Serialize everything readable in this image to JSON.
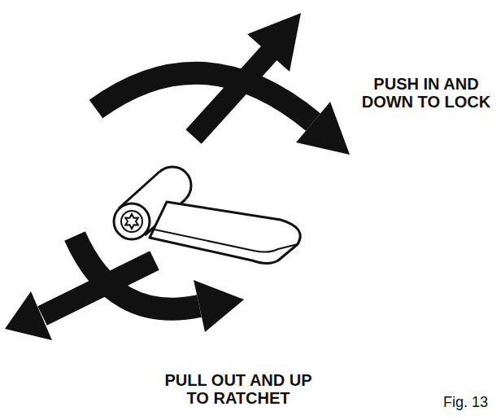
{
  "diagram": {
    "labels": [
      "PUSH IN AND DOWN TO LOCK",
      "PULL OUT AND UP TO RATCHET",
      "Fig. 13"
    ]
  }
}
